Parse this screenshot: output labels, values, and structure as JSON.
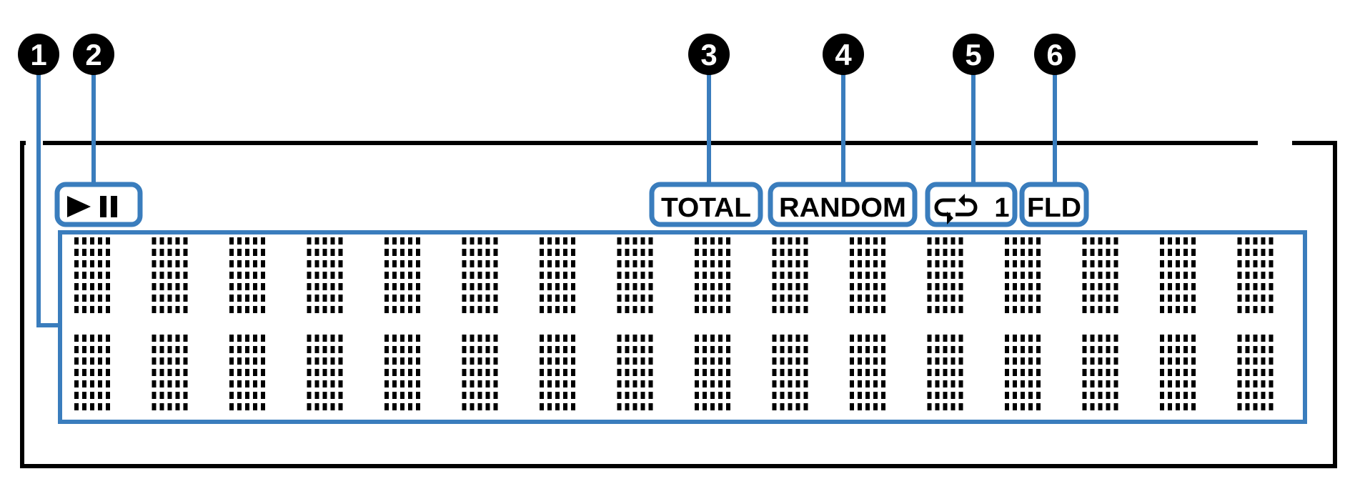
{
  "callouts": [
    {
      "number": "1",
      "target": "matrix display"
    },
    {
      "number": "2",
      "target": "play/pause indicator"
    },
    {
      "number": "3",
      "target": "TOTAL indicator"
    },
    {
      "number": "4",
      "target": "RANDOM indicator"
    },
    {
      "number": "5",
      "target": "repeat indicator"
    },
    {
      "number": "6",
      "target": "FLD indicator"
    }
  ],
  "indicators": {
    "total": "TOTAL",
    "random": "RANDOM",
    "repeat_number": "1",
    "fld": "FLD"
  },
  "icons": {
    "play_pause": "play-pause-icon",
    "repeat": "repeat-icon"
  },
  "display": {
    "rows": 2,
    "characters_per_row": 16,
    "dot_columns": 5,
    "dot_rows": 7
  },
  "colors": {
    "callout_blue": "#3a7dbd",
    "frame": "#000000",
    "dots": "#000000"
  }
}
